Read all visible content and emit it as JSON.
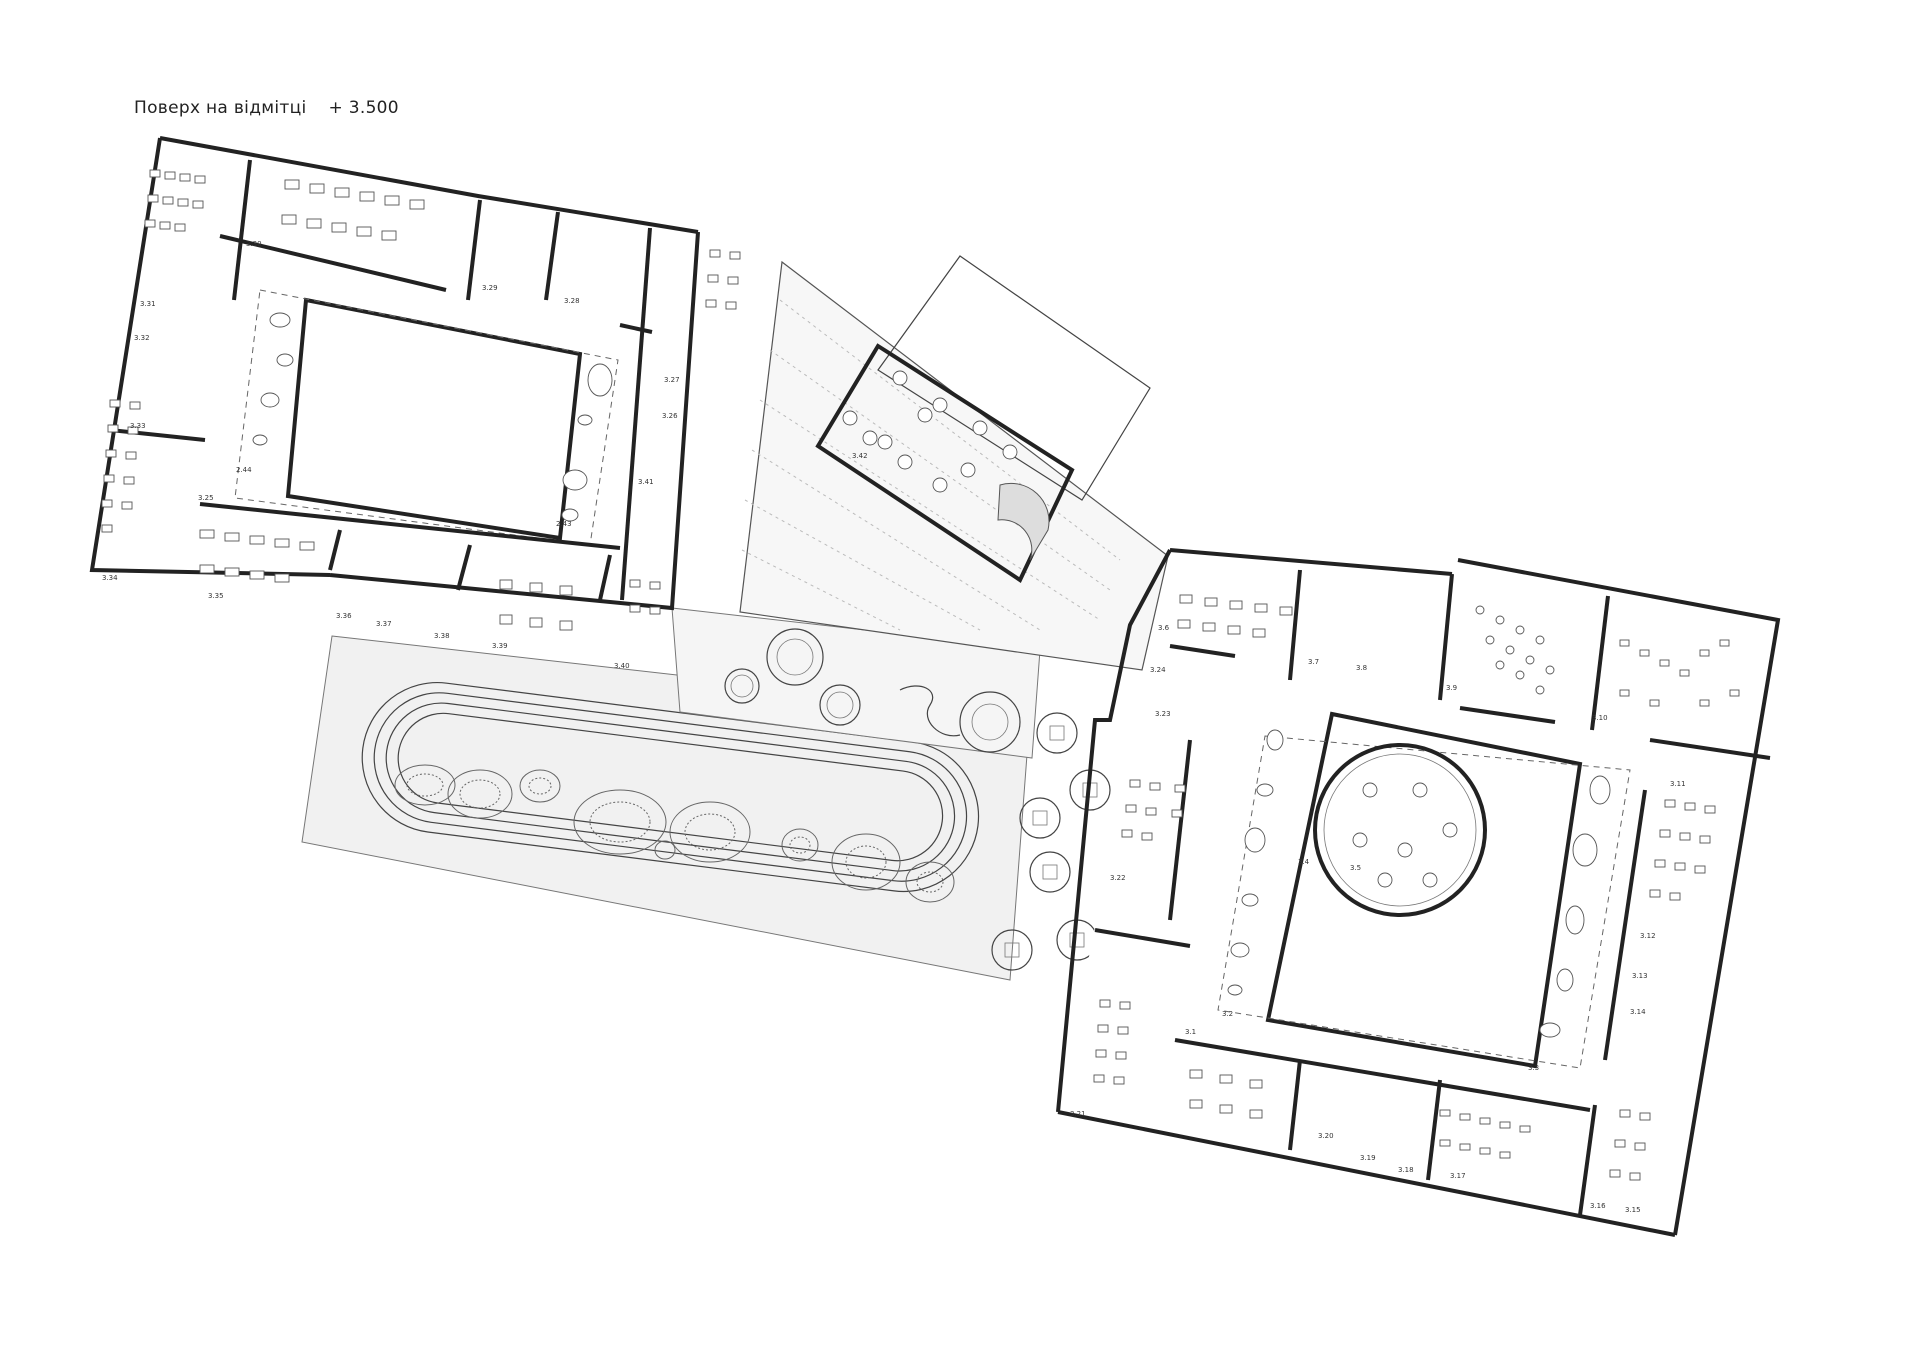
{
  "title": {
    "label": "Поверх на відмітці",
    "level": "+ 3.500"
  },
  "rooms": [
    {
      "id": "r1",
      "label": "3.1"
    },
    {
      "id": "r2",
      "label": "3.2"
    },
    {
      "id": "r3",
      "label": "3.3"
    },
    {
      "id": "r4",
      "label": "3.4"
    },
    {
      "id": "r5",
      "label": "3.5"
    },
    {
      "id": "r6",
      "label": "3.6"
    },
    {
      "id": "r7",
      "label": "3.7"
    },
    {
      "id": "r8",
      "label": "3.8"
    },
    {
      "id": "r9",
      "label": "3.9"
    },
    {
      "id": "r10",
      "label": "3.10"
    },
    {
      "id": "r11",
      "label": "3.11"
    },
    {
      "id": "r12",
      "label": "3.12"
    },
    {
      "id": "r13",
      "label": "3.13"
    },
    {
      "id": "r14",
      "label": "3.14"
    },
    {
      "id": "r15",
      "label": "3.15"
    },
    {
      "id": "r16",
      "label": "3.16"
    },
    {
      "id": "r17",
      "label": "3.17"
    },
    {
      "id": "r18",
      "label": "3.18"
    },
    {
      "id": "r19",
      "label": "3.19"
    },
    {
      "id": "r20",
      "label": "3.20"
    },
    {
      "id": "r21",
      "label": "3.21"
    },
    {
      "id": "r22",
      "label": "3.22"
    },
    {
      "id": "r23",
      "label": "3.23"
    },
    {
      "id": "r24",
      "label": "3.24"
    },
    {
      "id": "r25",
      "label": "3.25"
    },
    {
      "id": "r26",
      "label": "3.26"
    },
    {
      "id": "r27",
      "label": "3.27"
    },
    {
      "id": "r28",
      "label": "3.28"
    },
    {
      "id": "r29",
      "label": "3.29"
    },
    {
      "id": "r30",
      "label": "3.30"
    },
    {
      "id": "r31",
      "label": "3.31"
    },
    {
      "id": "r32",
      "label": "3.32"
    },
    {
      "id": "r33",
      "label": "3.33"
    },
    {
      "id": "r34",
      "label": "3.34"
    },
    {
      "id": "r35",
      "label": "3.35"
    },
    {
      "id": "r36",
      "label": "3.36"
    },
    {
      "id": "r37",
      "label": "3.37"
    },
    {
      "id": "r38",
      "label": "3.38"
    },
    {
      "id": "r39",
      "label": "3.39"
    },
    {
      "id": "r40",
      "label": "3.40"
    },
    {
      "id": "r41",
      "label": "3.41"
    },
    {
      "id": "r42",
      "label": "3.42"
    },
    {
      "id": "r43",
      "label": "2.43"
    },
    {
      "id": "r44",
      "label": "2.44"
    }
  ]
}
